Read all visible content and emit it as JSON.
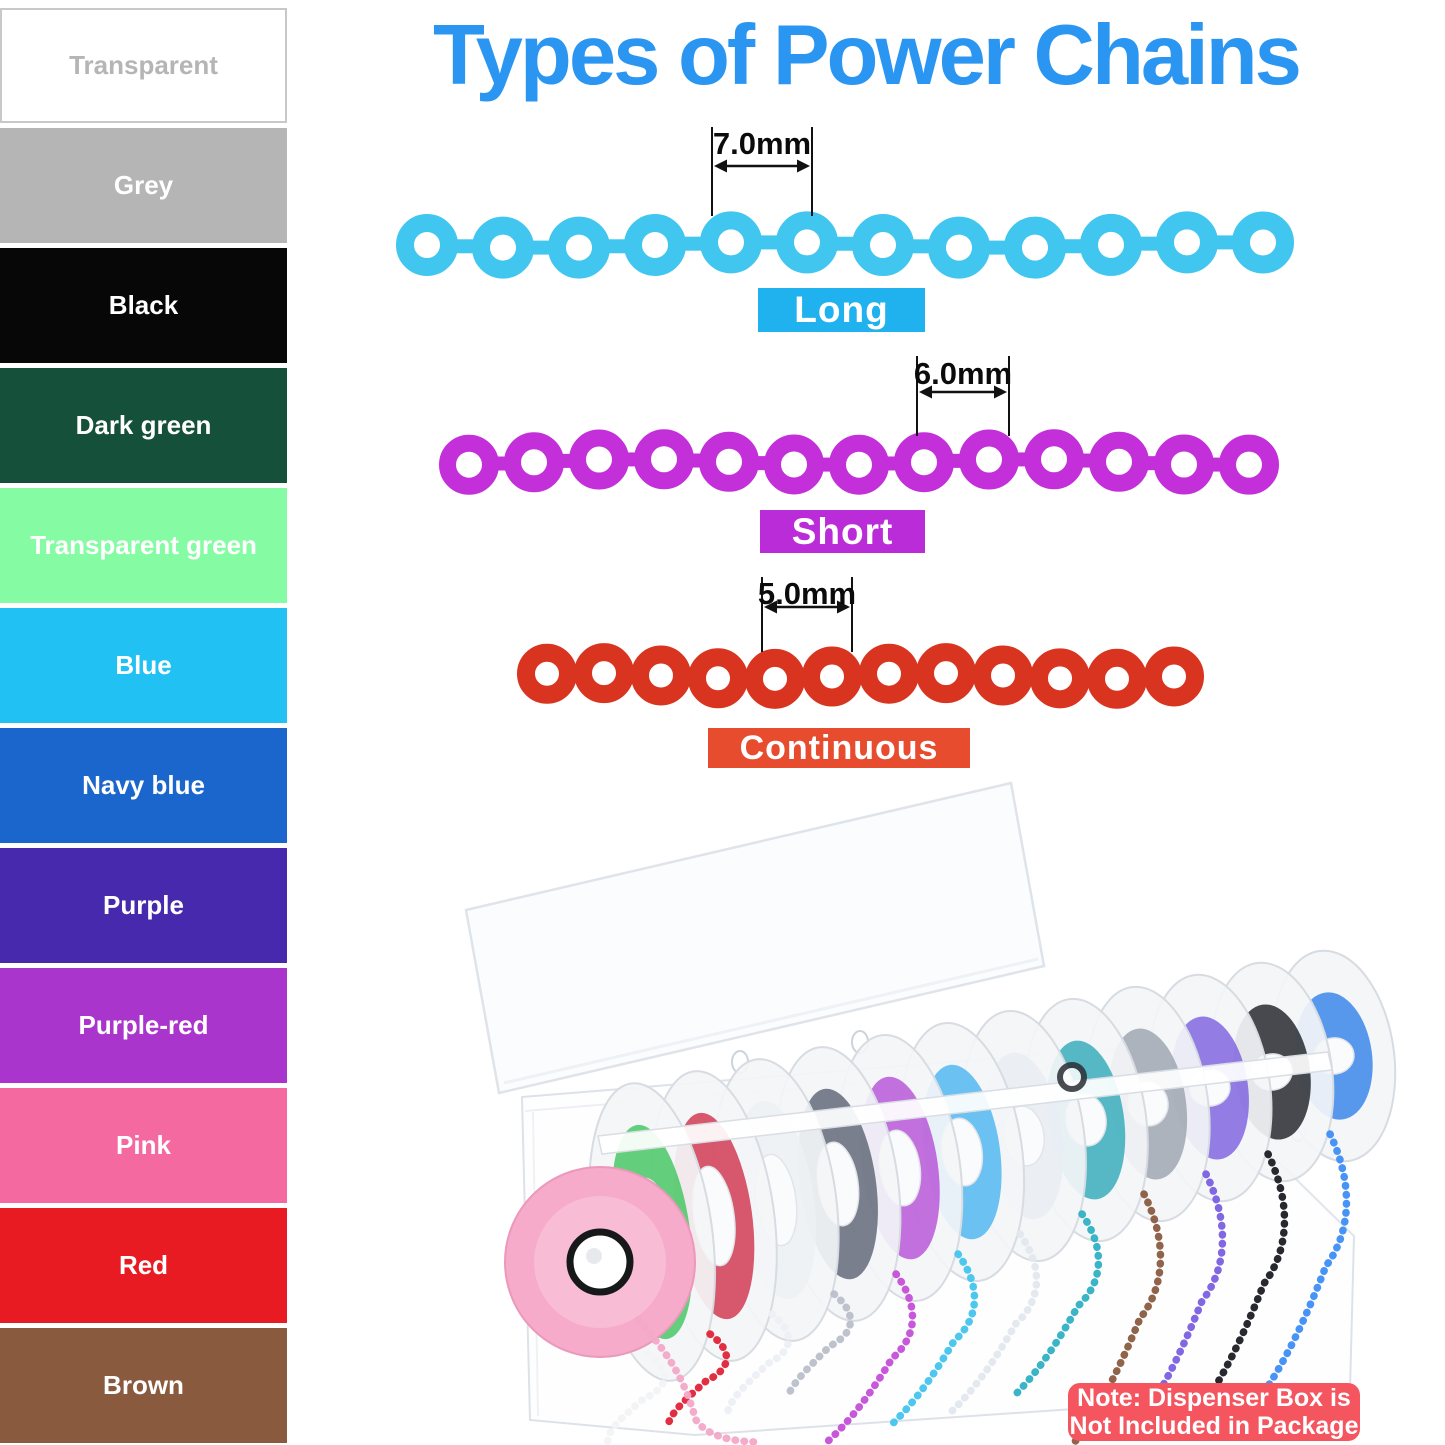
{
  "legend": {
    "items": [
      {
        "label": "Transparent",
        "bg": "#ffffff",
        "text": "#b5b5b5",
        "border": "#c8c8c8"
      },
      {
        "label": "Grey",
        "bg": "#b5b5b5",
        "text": "#ffffff",
        "border": "#b5b5b5"
      },
      {
        "label": "Black",
        "bg": "#070707",
        "text": "#ffffff",
        "border": "#070707"
      },
      {
        "label": "Dark green",
        "bg": "#14503a",
        "text": "#ffffff",
        "border": "#14503a"
      },
      {
        "label": "Transparent green",
        "bg": "#85fca3",
        "text": "#ffffff",
        "border": "#85fca3"
      },
      {
        "label": "Blue",
        "bg": "#22c1f4",
        "text": "#ffffff",
        "border": "#22c1f4"
      },
      {
        "label": "Navy blue",
        "bg": "#1a66cc",
        "text": "#ffffff",
        "border": "#1a66cc"
      },
      {
        "label": "Purple",
        "bg": "#4629ac",
        "text": "#ffffff",
        "border": "#4629ac"
      },
      {
        "label": "Purple-red",
        "bg": "#a935cd",
        "text": "#ffffff",
        "border": "#a935cd"
      },
      {
        "label": "Pink",
        "bg": "#f4699f",
        "text": "#ffffff",
        "border": "#f4699f"
      },
      {
        "label": "Red",
        "bg": "#e91b22",
        "text": "#ffffff",
        "border": "#e91b22"
      },
      {
        "label": "Brown",
        "bg": "#8a5a3e",
        "text": "#ffffff",
        "border": "#8a5a3e"
      }
    ]
  },
  "title": {
    "text": "Types of Power Chains",
    "color": "#2b96f1"
  },
  "marker_color": "#111111",
  "chains": [
    {
      "size_label": "7.0mm",
      "type_label": "Long",
      "chain_color": "#41c6f0",
      "label_bg": "#1fb2ee",
      "label_text": "#ffffff",
      "rings": 12
    },
    {
      "size_label": "6.0mm",
      "type_label": "Short",
      "chain_color": "#c32fd9",
      "label_bg": "#bb2cd9",
      "label_text": "#ffffff",
      "rings": 13
    },
    {
      "size_label": "5.0mm",
      "type_label": "Continuous",
      "chain_color": "#d93420",
      "label_bg": "#e84c2f",
      "label_text": "#ffffff",
      "rings": 12
    }
  ],
  "note": {
    "line1": "Note: Dispenser Box is",
    "line2": "Not Included in Package",
    "bg": "#f4555f",
    "text": "#ffffff"
  },
  "dispenser": {
    "front_spool_color": "#f5abc9",
    "front_strand_color": "#f2a9c8",
    "spool_band_colors": [
      "#3fc45c",
      "#d03049",
      "#eef1f4",
      "#5a6170",
      "#b44fd6",
      "#49b4f0",
      "#e9edf2",
      "#2ea9b8",
      "#9aa2ad",
      "#7b5fe0",
      "#1c1e24",
      "#2f7fe8"
    ],
    "strand_colors": [
      "#f1f3f6",
      "#e02336",
      "#eceff3",
      "#b9bfc9",
      "#c44fd8",
      "#45c4ee",
      "#e3e8ee",
      "#2fb0c4",
      "#8a5c41",
      "#7b5fe0",
      "#1c1e24",
      "#3e8df5"
    ]
  }
}
